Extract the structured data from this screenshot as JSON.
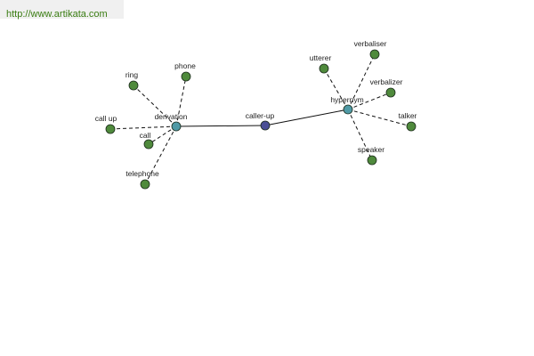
{
  "header": {
    "url_text": "http://www.artikata.com"
  },
  "colors": {
    "leaf_node": "#4f8a3c",
    "hub_node": "#4f9aa6",
    "center_node": "#4a4f96",
    "link_text": "#3a7d12"
  },
  "graph": {
    "center": {
      "id": "caller-up",
      "label": "caller-up",
      "kind": "center"
    },
    "hubs": [
      {
        "id": "derivation",
        "label": "derivation",
        "kind": "hub",
        "children": [
          {
            "id": "ring",
            "label": "ring"
          },
          {
            "id": "phone",
            "label": "phone"
          },
          {
            "id": "call-up",
            "label": "call up"
          },
          {
            "id": "call",
            "label": "call"
          },
          {
            "id": "telephone",
            "label": "telephone"
          }
        ]
      },
      {
        "id": "hypernym",
        "label": "hypernym",
        "kind": "hub",
        "children": [
          {
            "id": "utterer",
            "label": "utterer"
          },
          {
            "id": "verbaliser",
            "label": "verbaliser"
          },
          {
            "id": "verbalizer",
            "label": "verbalizer"
          },
          {
            "id": "talker",
            "label": "talker"
          },
          {
            "id": "speaker",
            "label": "speaker"
          }
        ]
      }
    ]
  }
}
